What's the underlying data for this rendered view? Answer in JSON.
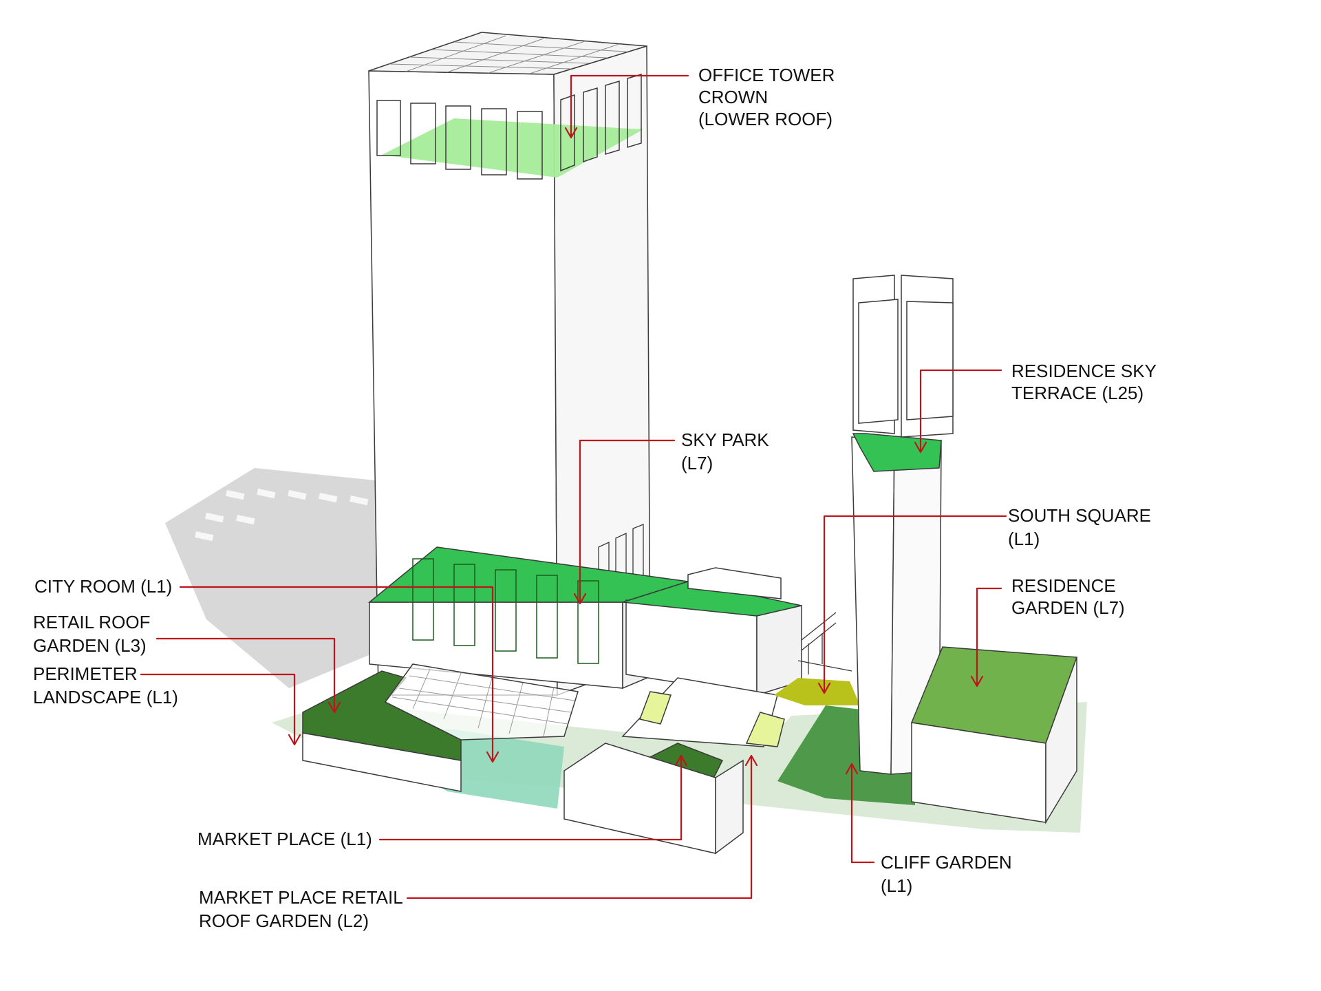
{
  "diagram": {
    "labels": {
      "office_tower_crown": [
        "OFFICE TOWER",
        "CROWN",
        "(LOWER ROOF)"
      ],
      "residence_sky_terrace": [
        "RESIDENCE SKY",
        "TERRACE (L25)"
      ],
      "sky_park": [
        "SKY PARK",
        "(L7)"
      ],
      "south_square": [
        "SOUTH SQUARE",
        "(L1)"
      ],
      "city_room": [
        "CITY ROOM (L1)"
      ],
      "residence_garden": [
        "RESIDENCE",
        "GARDEN (L7)"
      ],
      "retail_roof_garden": [
        "RETAIL ROOF",
        "GARDEN (L3)"
      ],
      "perimeter_landscape": [
        "PERIMETER",
        "LANDSCAPE (L1)"
      ],
      "market_place": [
        "MARKET PLACE (L1)"
      ],
      "market_place_retail_roof_garden": [
        "MARKET PLACE RETAIL",
        "ROOF GARDEN (L2)"
      ],
      "cliff_garden": [
        "CLIFF GARDEN",
        "(L1)"
      ]
    },
    "colors": {
      "leader_line": "#c0141c",
      "outline": "#3a3a3a",
      "building_fill": "#ffffff",
      "shadow": "#d8d8d8",
      "green_bright": "#34c254",
      "green_light": "#a6ec9a",
      "green_dark": "#3c7a2c",
      "green_mid": "#72b24c",
      "green_pale": "#e7f59a",
      "green_olive": "#b8c21a",
      "green_cliff": "#4f9a4a",
      "plaza_teal": "#8fd8bb",
      "site_green": "#cfe3c8"
    }
  }
}
